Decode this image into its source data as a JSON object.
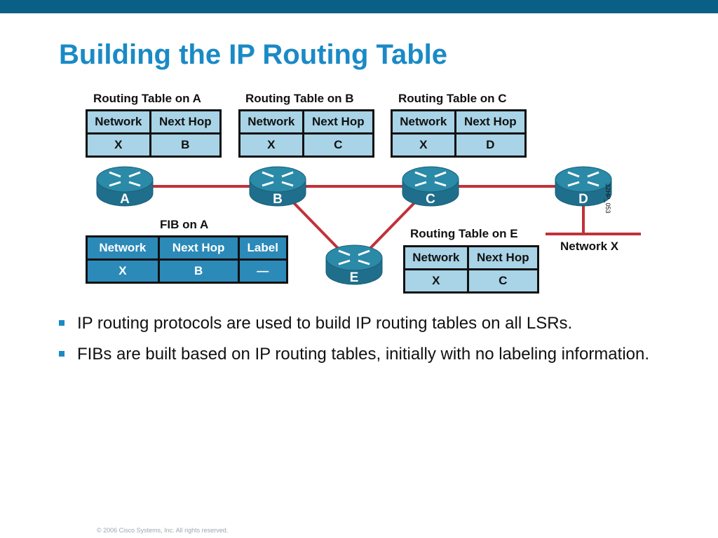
{
  "slide": {
    "title": "Building the IP Routing Table",
    "footer": "© 2006 Cisco Systems, Inc. All rights reserved."
  },
  "diagram": {
    "routers": [
      {
        "id": "A",
        "label": "A"
      },
      {
        "id": "B",
        "label": "B"
      },
      {
        "id": "C",
        "label": "C"
      },
      {
        "id": "D",
        "label": "D"
      },
      {
        "id": "E",
        "label": "E"
      }
    ],
    "network_label": "Network X",
    "figure_code": "32HP_053",
    "tables": {
      "a": {
        "title": "Routing Table on A",
        "headers": [
          "Network",
          "Next Hop"
        ],
        "row": [
          "X",
          "B"
        ]
      },
      "b": {
        "title": "Routing Table on B",
        "headers": [
          "Network",
          "Next Hop"
        ],
        "row": [
          "X",
          "C"
        ]
      },
      "c": {
        "title": "Routing Table on C",
        "headers": [
          "Network",
          "Next Hop"
        ],
        "row": [
          "X",
          "D"
        ]
      },
      "e": {
        "title": "Routing Table on E",
        "headers": [
          "Network",
          "Next Hop"
        ],
        "row": [
          "X",
          "C"
        ]
      },
      "fib_a": {
        "title": "FIB on A",
        "headers": [
          "Network",
          "Next Hop",
          "Label"
        ],
        "row": [
          "X",
          "B",
          "—"
        ]
      }
    },
    "colors": {
      "link": "#c0323a",
      "router": "#2a8aa8",
      "table_light": "#a9d3e6",
      "table_dark": "#2c8ab8"
    }
  },
  "bullets": [
    "IP routing protocols are used to build IP routing tables on all LSRs.",
    "FIBs are built based on IP routing tables, initially with no labeling information."
  ]
}
